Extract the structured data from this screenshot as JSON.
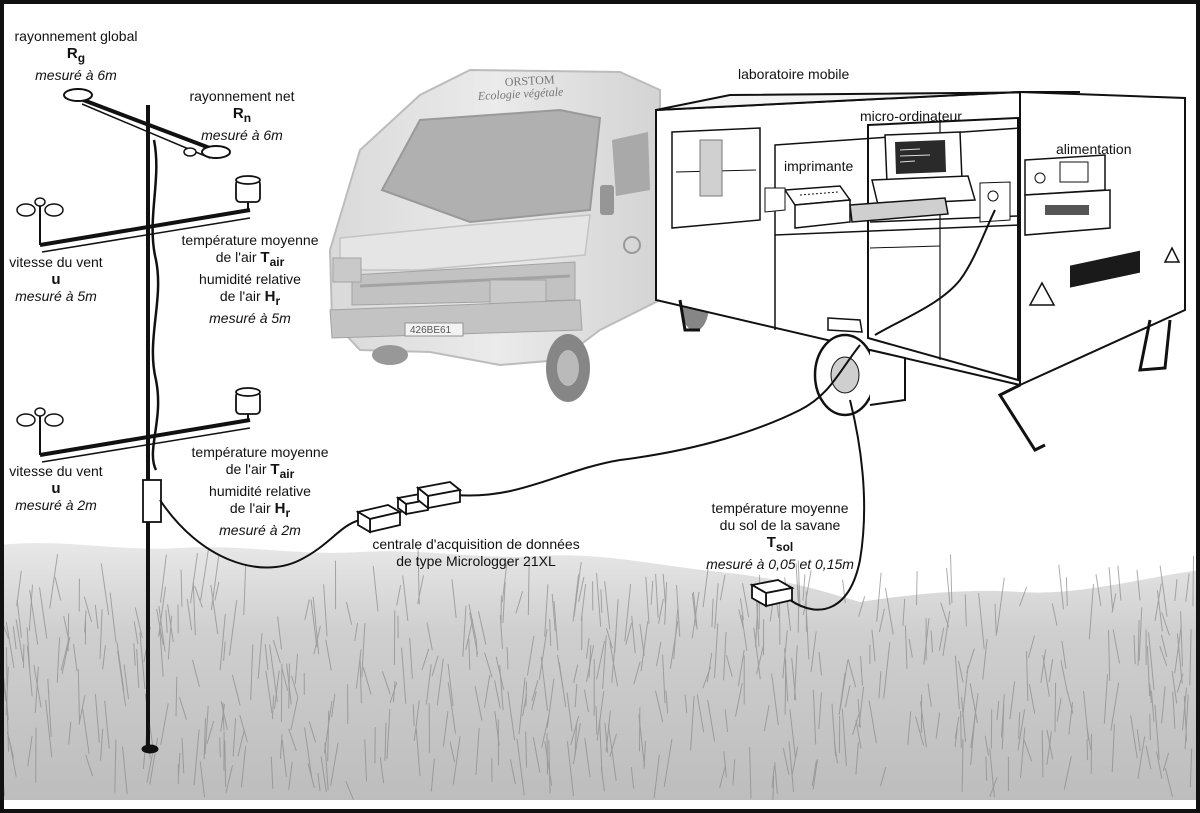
{
  "colors": {
    "frame": "#111111",
    "grass_light": "#d2d2d2",
    "grass_dark": "#8a8a8a",
    "van_body": "#dedede",
    "lab_fill": "#ffffff",
    "cable": "#111111"
  },
  "van": {
    "side_text_1": "ORSTOM",
    "side_text_2": "Ecologie végétale",
    "plate": "426BE61"
  },
  "lab_plate": "426BE61",
  "labels": {
    "rg": {
      "title": "rayonnement global",
      "sym": "R",
      "sub": "g",
      "height": "mesuré à 6m"
    },
    "rn": {
      "title": "rayonnement net",
      "sym": "R",
      "sub": "n",
      "height": "mesuré à 6m"
    },
    "wind5": {
      "title": "vitesse du vent",
      "sym": "u",
      "height": "mesuré à 5m"
    },
    "th5": {
      "line1": "température moyenne",
      "line2_pre": "de l'air",
      "sym1": "T",
      "sub1": "air",
      "line3": "humidité relative",
      "line4_pre": "de l'air",
      "sym2": "H",
      "sub2": "r",
      "height": "mesuré à 5m"
    },
    "wind2": {
      "title": "vitesse du vent",
      "sym": "u",
      "height": "mesuré à 2m"
    },
    "th2": {
      "line1": "température moyenne",
      "line2_pre": "de l'air",
      "sym1": "T",
      "sub1": "air",
      "line3": "humidité relative",
      "line4_pre": "de l'air",
      "sym2": "H",
      "sub2": "r",
      "height": "mesuré à 2m"
    },
    "lab": {
      "title": "laboratoire mobile"
    },
    "printer": {
      "title": "imprimante"
    },
    "computer": {
      "title": "micro-ordinateur"
    },
    "power": {
      "title": "alimentation"
    },
    "datalogger": {
      "line1": "centrale d'acquisition de données",
      "line2": "de type Micrologger 21XL"
    },
    "soil": {
      "line1": "température moyenne",
      "line2": "du sol de la savane",
      "sym": "T",
      "sub": "sol",
      "height": "mesuré à 0,05 et 0,15m"
    }
  }
}
